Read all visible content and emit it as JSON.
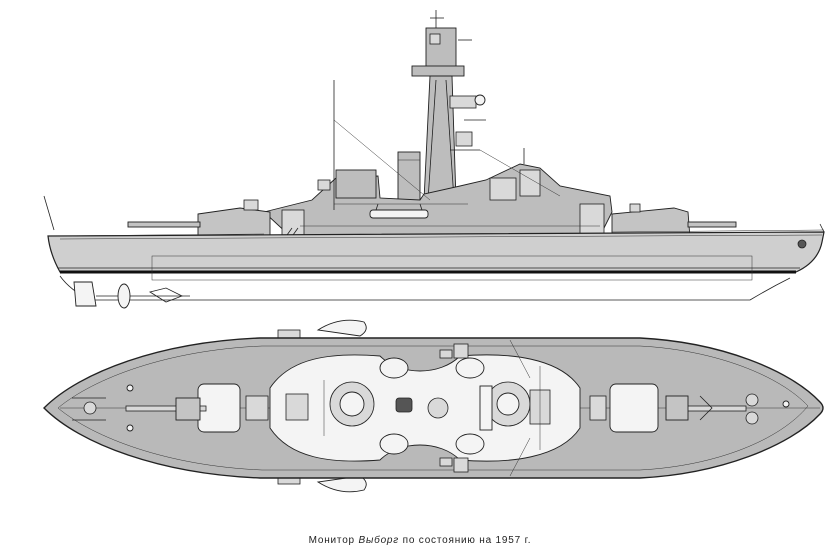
{
  "caption": {
    "prefix": "Монитор",
    "ship_name": "Выборг",
    "suffix": "по состоянию на 1957 г."
  }
}
